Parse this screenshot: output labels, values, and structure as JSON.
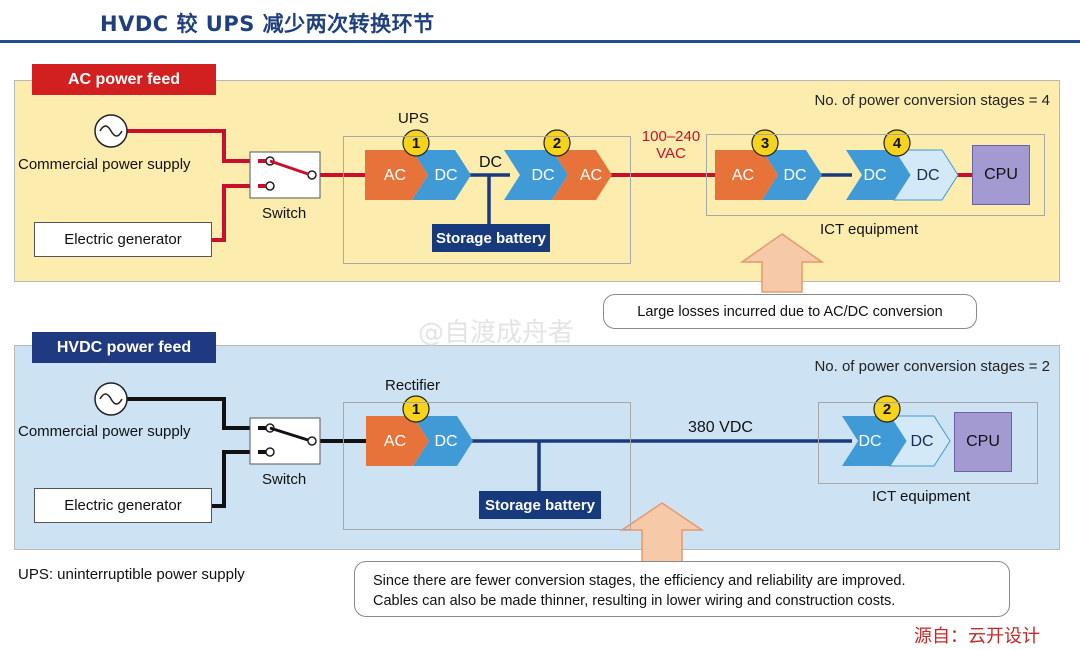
{
  "title": "HVDC 较 UPS 减少两次转换环节",
  "ac_feed": {
    "tag": "AC power feed",
    "stages_note": "No. of power conversion stages = 4",
    "commercial_power": "Commercial power supply",
    "generator": "Electric generator",
    "switch": "Switch",
    "ups_label": "UPS",
    "dc_label": "DC",
    "battery": "Storage battery",
    "voltage_line1": "100–240",
    "voltage_line2": "VAC",
    "ict": "ICT equipment",
    "cpu": "CPU",
    "stage_numbers": [
      "1",
      "2",
      "3",
      "4"
    ],
    "converters": [
      "AC",
      "DC",
      "DC",
      "AC",
      "AC",
      "DC",
      "DC",
      "DC"
    ],
    "callout": "Large losses incurred due to AC/DC conversion"
  },
  "dc_feed": {
    "tag": "HVDC power feed",
    "stages_note": "No. of power conversion stages = 2",
    "commercial_power": "Commercial power supply",
    "generator": "Electric generator",
    "switch": "Switch",
    "rectifier_label": "Rectifier",
    "voltage": "380 VDC",
    "battery": "Storage battery",
    "ict": "ICT equipment",
    "cpu": "CPU",
    "stage_numbers": [
      "1",
      "2"
    ],
    "converters": [
      "AC",
      "DC",
      "DC",
      "DC"
    ],
    "callout_line1": "Since there are fewer conversion stages, the efficiency and reliability are improved.",
    "callout_line2": "Cables can also be made thinner, resulting in lower wiring and construction costs."
  },
  "footnote": "UPS: uninterruptible power supply",
  "watermark": "@自渡成舟者",
  "source": "源自：云开设计",
  "colors": {
    "ac_line": "#c8102e",
    "dc_line": "#1a3a80",
    "converter_orange": "#e8733a",
    "converter_blue": "#3f9ad6",
    "converter_light": "#d3e9f7",
    "badge_yellow": "#f7d31c",
    "arrow_fill": "#f6c9a8"
  }
}
